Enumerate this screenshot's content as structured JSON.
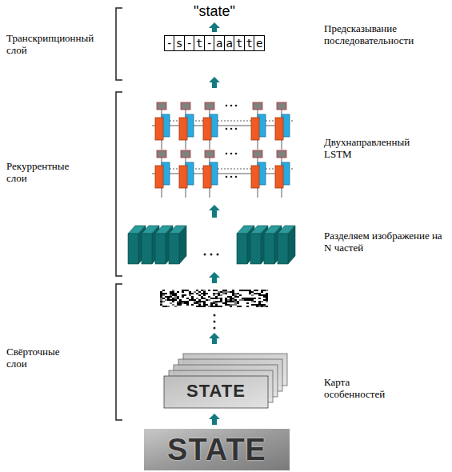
{
  "diagram": {
    "nodes": [
      {
        "text": [
          "-"
        ]
      },
      {
        "text": [
          "s"
        ]
      },
      {
        "text": [
          "-"
        ]
      },
      {
        "text": [
          "t"
        ]
      },
      {
        "text": [
          "-"
        ]
      },
      {
        "text": [
          "a"
        ]
      },
      {
        "text": [
          "a"
        ]
      },
      {
        "text": [
          "t"
        ]
      },
      {
        "text": [
          "t"
        ]
      },
      {
        "text": [
          "e"
        ]
      }
    ],
    "labels": [
      "\"state\"",
      "Транскрипционный слой",
      "Предсказывание последовательности",
      "Рекуррентные слои",
      "Двухнаправленный LSTM",
      "Разделяем изображение на N частей",
      "Свёрточные слои",
      "Карта особенностей",
      "STATE",
      "STATE"
    ]
  }
}
